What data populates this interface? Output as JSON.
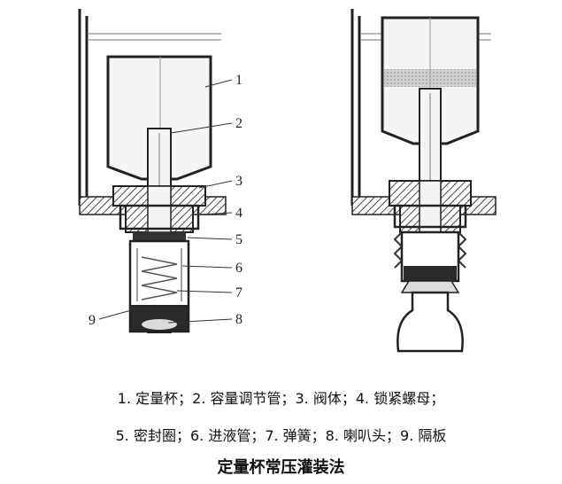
{
  "diagram": {
    "callouts": [
      {
        "id": "1",
        "label": "1"
      },
      {
        "id": "2",
        "label": "2"
      },
      {
        "id": "3",
        "label": "3"
      },
      {
        "id": "4",
        "label": "4"
      },
      {
        "id": "5",
        "label": "5"
      },
      {
        "id": "6",
        "label": "6"
      },
      {
        "id": "7",
        "label": "7"
      },
      {
        "id": "8",
        "label": "8"
      },
      {
        "id": "9",
        "label": "9"
      }
    ]
  },
  "legend": {
    "line1": "1. 定量杯；2. 容量调节管；3. 阀体；4. 锁紧螺母；",
    "line2": "5. 密封圈；6. 进液管；7. 弹簧；8. 喇叭头；9. 隔板"
  },
  "caption": "定量杯常压灌装法",
  "colors": {
    "ink": "#222222",
    "hatch": "#555555",
    "liquid": "#d9d9d9"
  }
}
